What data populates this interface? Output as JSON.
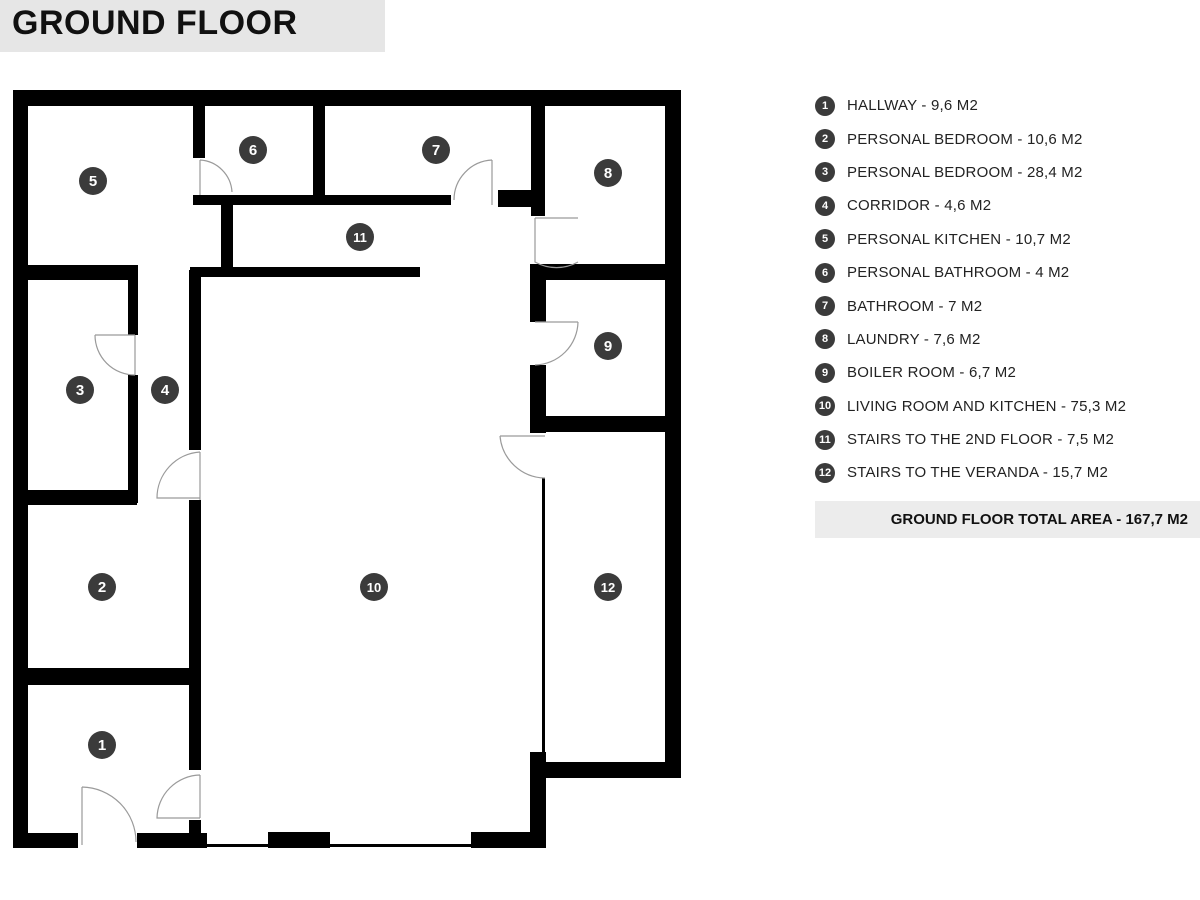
{
  "title": "GROUND FLOOR",
  "colors": {
    "wall": "#000000",
    "marker": "#3b3b3b",
    "marker_text": "#ffffff",
    "title_bg": "#e6e6e6",
    "total_bg": "#ececec"
  },
  "rooms": [
    {
      "number": "1",
      "name": "HALLWAY - 9,6 M2"
    },
    {
      "number": "2",
      "name": "PERSONAL BEDROOM - 10,6 M2"
    },
    {
      "number": "3",
      "name": "PERSONAL BEDROOM - 28,4 M2"
    },
    {
      "number": "4",
      "name": "CORRIDOR - 4,6 M2"
    },
    {
      "number": "5",
      "name": "PERSONAL KITCHEN - 10,7 M2"
    },
    {
      "number": "6",
      "name": "PERSONAL BATHROOM - 4 M2"
    },
    {
      "number": "7",
      "name": "BATHROOM - 7 M2"
    },
    {
      "number": "8",
      "name": "LAUNDRY - 7,6 M2"
    },
    {
      "number": "9",
      "name": "BOILER ROOM - 6,7 M2"
    },
    {
      "number": "10",
      "name": "LIVING ROOM AND KITCHEN - 75,3 M2"
    },
    {
      "number": "11",
      "name": "STAIRS TO THE 2ND FLOOR - 7,5 M2"
    },
    {
      "number": "12",
      "name": "STAIRS TO THE VERANDA - 15,7 M2"
    }
  ],
  "total": "GROUND FLOOR TOTAL AREA - 167,7 M2"
}
